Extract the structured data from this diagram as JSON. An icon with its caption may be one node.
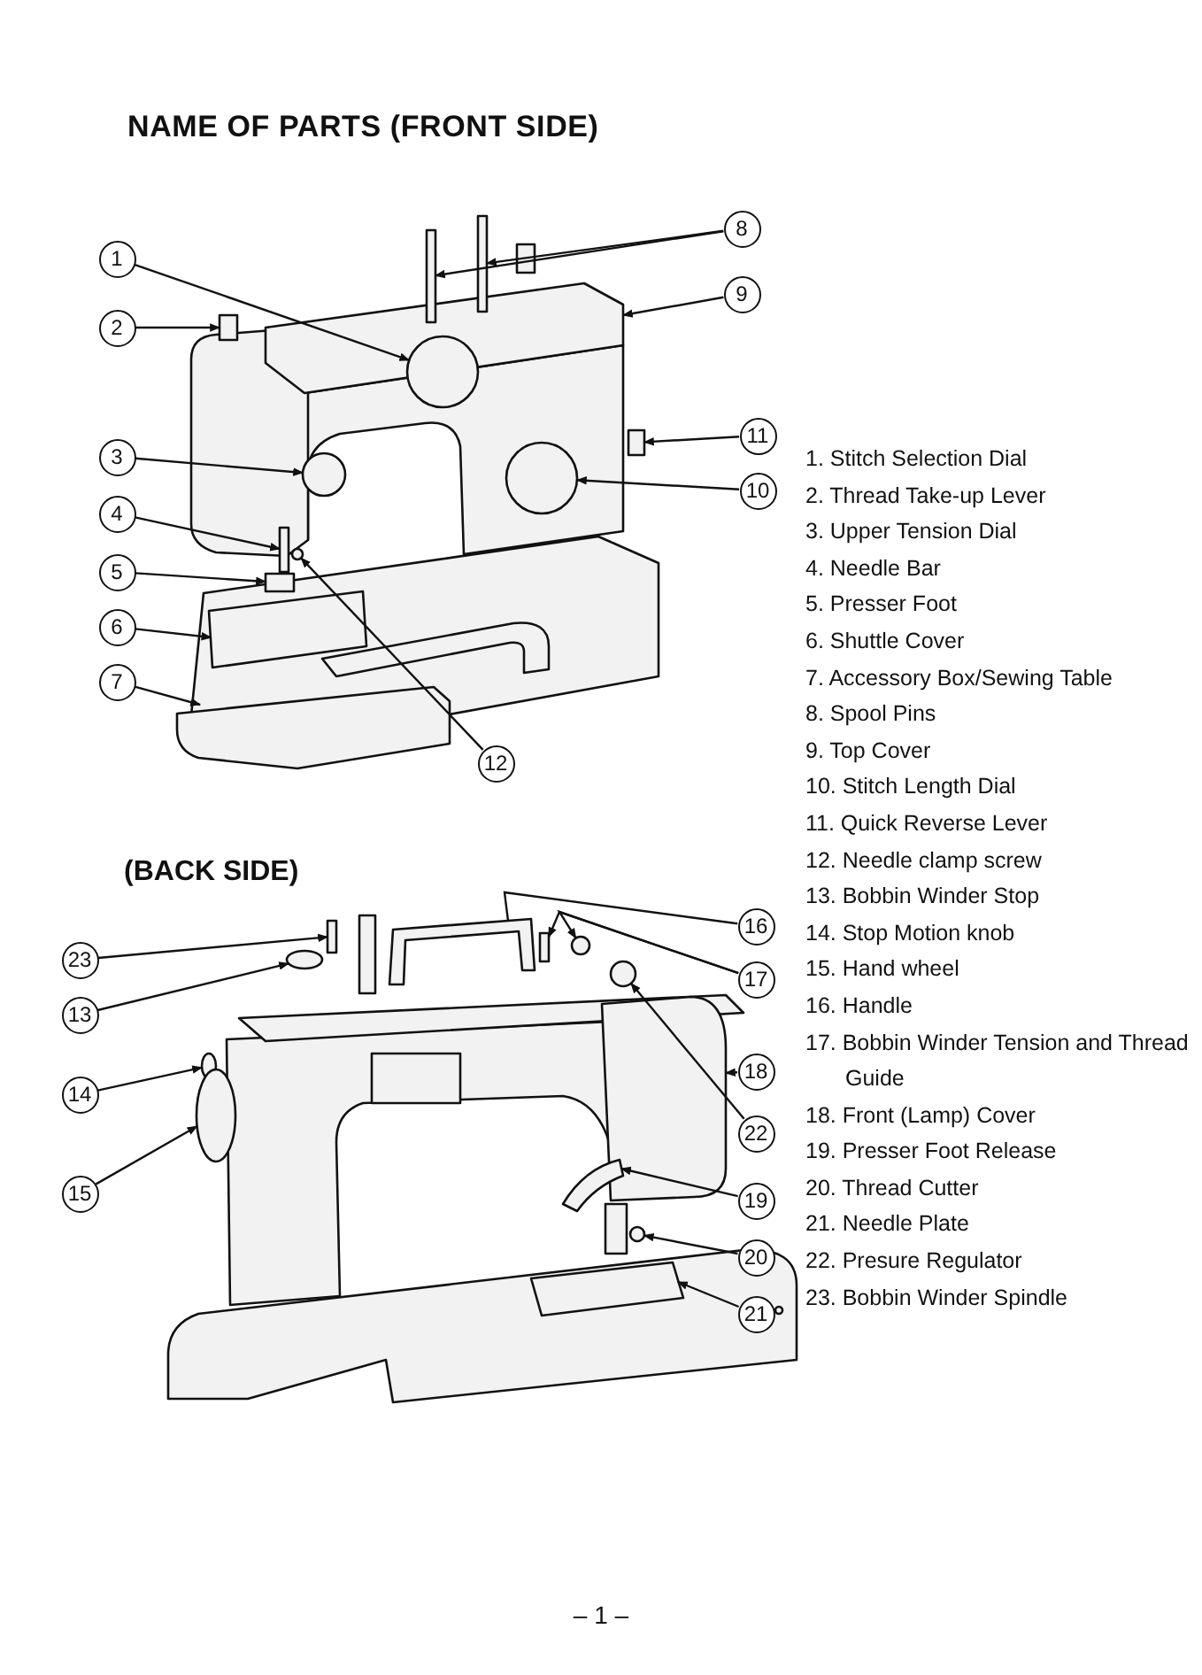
{
  "diagram": {
    "title": "NAME OF PARTS (FRONT SIDE)",
    "nodes": [
      {
        "text": [
          "1"
        ]
      },
      {
        "text": [
          "2"
        ]
      },
      {
        "text": [
          "3"
        ]
      },
      {
        "text": [
          "4"
        ]
      },
      {
        "text": [
          "5"
        ]
      },
      {
        "text": [
          "6"
        ]
      },
      {
        "text": [
          "7"
        ]
      },
      {
        "text": [
          "8"
        ]
      },
      {
        "text": [
          "9"
        ]
      },
      {
        "text": [
          "10"
        ]
      },
      {
        "text": [
          "11"
        ]
      },
      {
        "text": [
          "12"
        ]
      },
      {
        "text": [
          "23"
        ]
      },
      {
        "text": [
          "13"
        ]
      },
      {
        "text": [
          "14"
        ]
      },
      {
        "text": [
          "15"
        ]
      },
      {
        "text": [
          "16"
        ]
      },
      {
        "text": [
          "17"
        ]
      },
      {
        "text": [
          "18"
        ]
      },
      {
        "text": [
          "22"
        ]
      },
      {
        "text": [
          "19"
        ]
      },
      {
        "text": [
          "20"
        ]
      },
      {
        "text": [
          "21"
        ]
      },
      {
        "text": [],
        "shape": "circle"
      },
      {
        "text": [],
        "shape": "box"
      },
      {
        "text": [],
        "shape": "circle"
      },
      {
        "text": [],
        "shape": "box"
      },
      {
        "text": [],
        "shape": "box"
      },
      {
        "text": [],
        "shape": "box"
      },
      {
        "text": [],
        "shape": "picture"
      },
      {
        "text": [],
        "shape": "box"
      },
      {
        "text": [],
        "shape": "box"
      },
      {
        "text": [],
        "shape": "picture"
      },
      {
        "text": [],
        "shape": "box"
      },
      {
        "text": [],
        "shape": "circle"
      },
      {
        "text": [],
        "shape": "circle"
      },
      {
        "text": [],
        "shape": "box"
      },
      {
        "text": [],
        "shape": "circle"
      },
      {
        "text": [],
        "shape": "circle"
      },
      {
        "text": [],
        "shape": "circle"
      },
      {
        "text": [],
        "shape": "picture"
      },
      {
        "text": [],
        "shape": "box"
      },
      {
        "text": [],
        "shape": "circle"
      },
      {
        "text": [],
        "shape": "picture"
      },
      {
        "text": [],
        "shape": "circle"
      },
      {
        "text": [],
        "shape": "picture"
      },
      {
        "text": [],
        "shape": "circle"
      },
      {
        "text": [],
        "shape": "picture"
      }
    ],
    "edges": [
      {
        "from": 0,
        "to": 23,
        "arrow": "to"
      },
      {
        "from": 1,
        "to": 24,
        "arrow": "to"
      },
      {
        "from": 2,
        "to": 25,
        "arrow": "to"
      },
      {
        "from": 3,
        "to": 26,
        "arrow": "to"
      },
      {
        "from": 4,
        "to": 27,
        "arrow": "to"
      },
      {
        "from": 5,
        "to": 28,
        "arrow": "to"
      },
      {
        "from": 6,
        "to": 29,
        "arrow": "to"
      },
      {
        "from": 7,
        "to": 30,
        "arrow": "to"
      },
      {
        "from": 7,
        "to": 31,
        "arrow": "to"
      },
      {
        "from": 8,
        "to": 32,
        "arrow": "to"
      },
      {
        "from": 10,
        "to": 33,
        "arrow": "to"
      },
      {
        "from": 9,
        "to": 34,
        "arrow": "to"
      },
      {
        "from": 11,
        "to": 35,
        "arrow": "to"
      },
      {
        "from": 12,
        "to": 36,
        "arrow": "to"
      },
      {
        "from": 13,
        "to": 37,
        "arrow": "to"
      },
      {
        "from": 14,
        "to": 38,
        "arrow": "to"
      },
      {
        "from": 15,
        "to": 39,
        "arrow": "to"
      },
      {
        "from": 16,
        "to": 40,
        "arrow": "none"
      },
      {
        "from": 17,
        "to": 41,
        "arrow": "to"
      },
      {
        "from": 17,
        "to": 42,
        "arrow": "to"
      },
      {
        "from": 18,
        "to": 43,
        "arrow": "to"
      },
      {
        "from": 19,
        "to": 44,
        "arrow": "to"
      },
      {
        "from": 20,
        "to": 45,
        "arrow": "to"
      },
      {
        "from": 21,
        "to": 46,
        "arrow": "to"
      },
      {
        "from": 22,
        "to": 47,
        "arrow": "to"
      }
    ],
    "labels": [
      "(BACK SIDE)",
      "1. Stitch Selection Dial",
      "2. Thread Take-up Lever",
      "3. Upper Tension Dial",
      "4. Needle Bar",
      "5. Presser Foot",
      "6. Shuttle Cover",
      "7. Accessory Box/Sewing Table",
      "8. Spool Pins",
      "9. Top Cover",
      "10. Stitch Length Dial",
      "11. Quick Reverse Lever",
      "12. Needle clamp screw",
      "13. Bobbin Winder Stop",
      "14. Stop Motion knob",
      "15. Hand wheel",
      "16. Handle",
      "17. Bobbin Winder Tension and Thread Guide",
      "18. Front (Lamp) Cover",
      "19. Presser Foot Release",
      "20. Thread Cutter",
      "21. Needle Plate",
      "22. Presure Regulator",
      "23. Bobbin Winder Spindle",
      "– 1 –"
    ]
  }
}
